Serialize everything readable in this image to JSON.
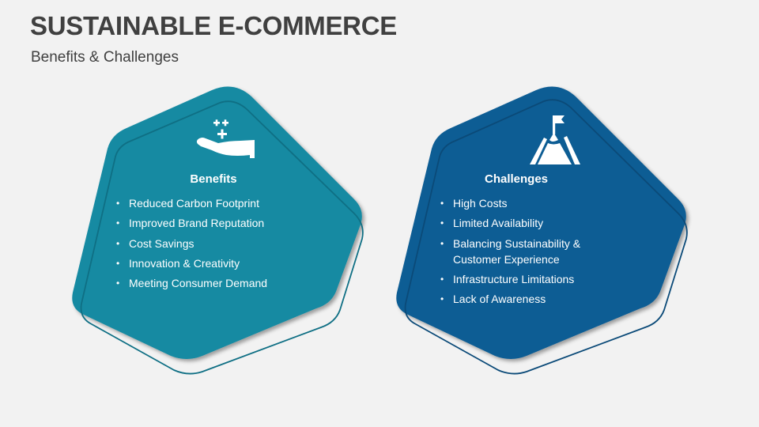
{
  "header": {
    "title": "SUSTAINABLE E-COMMERCE",
    "subtitle": "Benefits & Challenges"
  },
  "colors": {
    "background": "#f2f2f2",
    "title_text": "#404040",
    "benefits_fill": "#138aa2",
    "benefits_outline": "#0f6f84",
    "challenges_fill": "#0f5d94",
    "challenges_outline": "#0b4a78",
    "card_text": "#ffffff"
  },
  "cards": {
    "benefits": {
      "icon": "hand-with-sparkles-icon",
      "heading": "Benefits",
      "items": [
        "Reduced Carbon Footprint",
        "Improved Brand Reputation",
        "Cost Savings",
        "Innovation & Creativity",
        "Meeting Consumer Demand"
      ]
    },
    "challenges": {
      "icon": "mountain-flag-icon",
      "heading": "Challenges",
      "items": [
        "High Costs",
        "Limited Availability",
        "Balancing Sustainability &",
        "Customer Experience",
        "Infrastructure Limitations",
        "Lack of Awareness"
      ]
    }
  },
  "bullet_glyph": "•"
}
